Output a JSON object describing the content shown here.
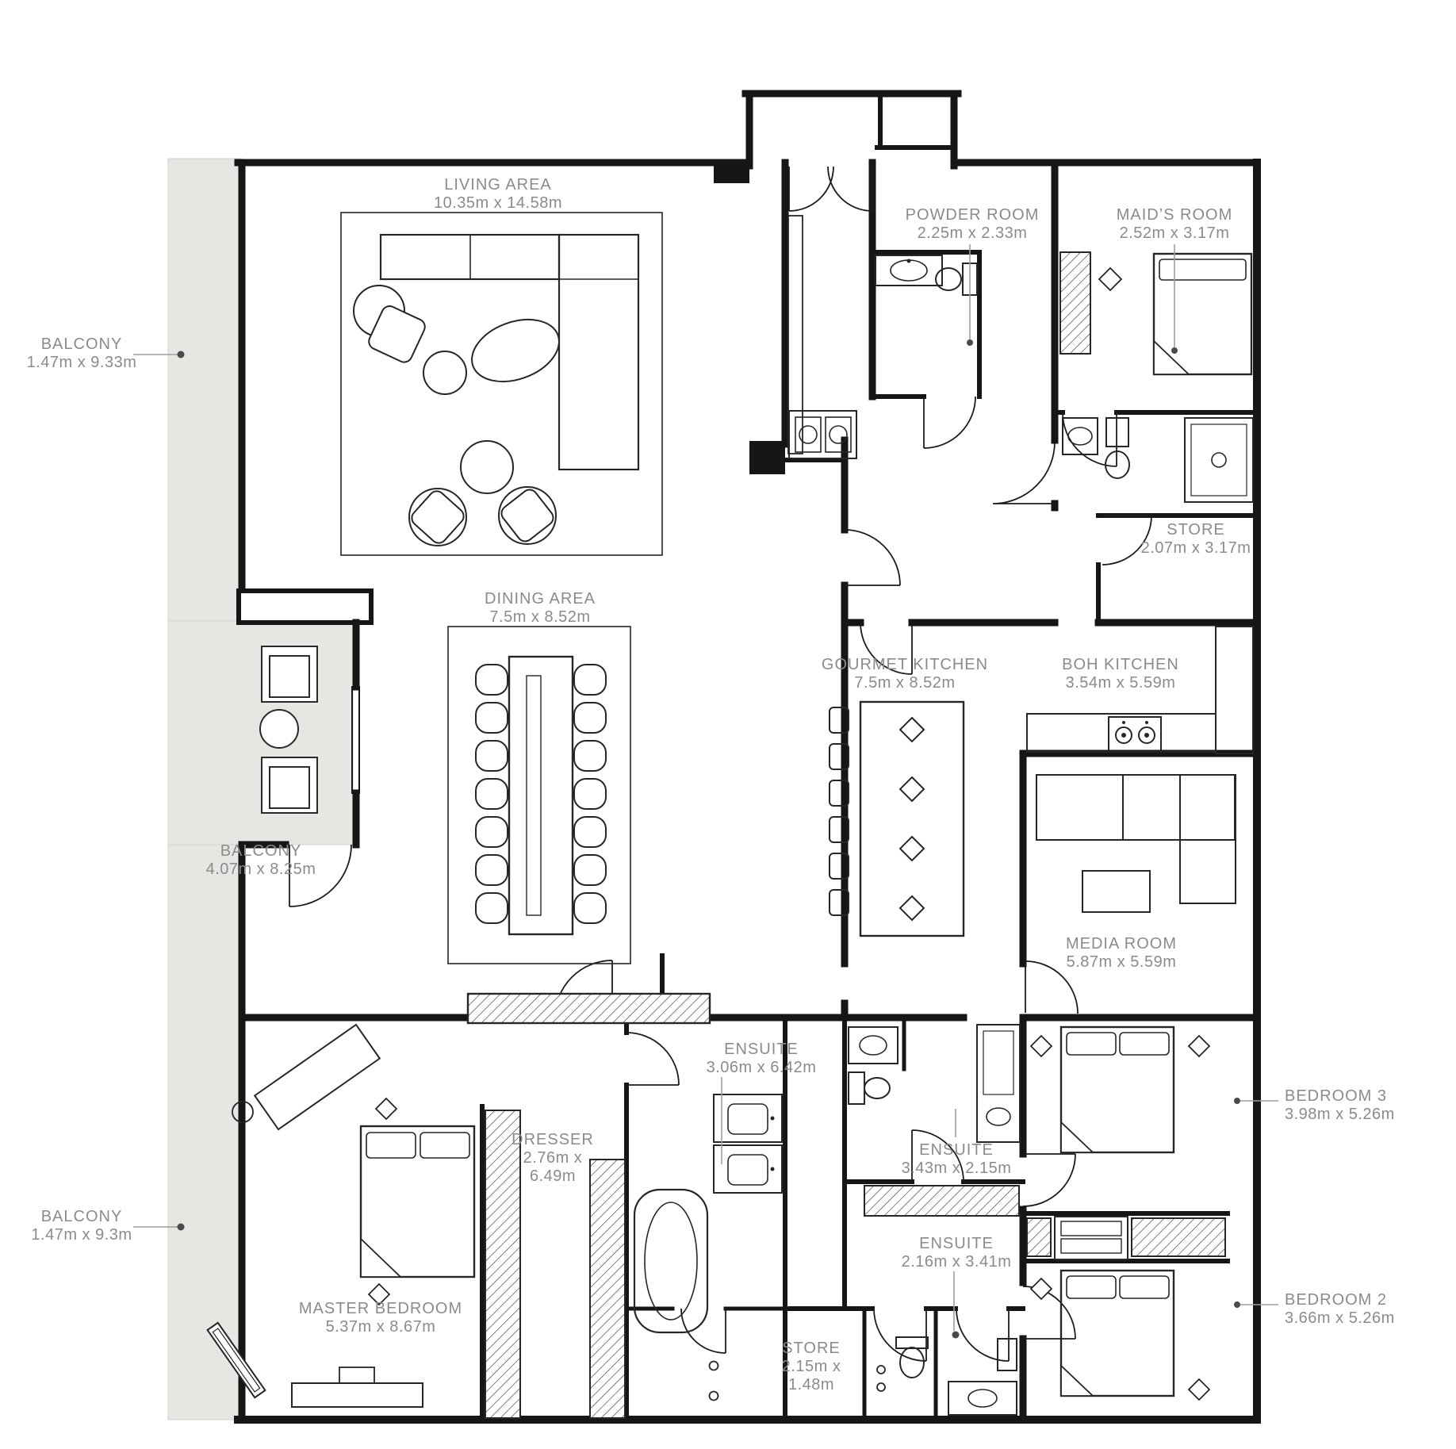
{
  "plan": {
    "colors": {
      "wall": "#161616",
      "balcony_fill": "#e7e6e3",
      "label_text": "#8b8b8b",
      "leader": "#9e9e9e",
      "leader_dot": "#4a4a4a"
    },
    "rooms": {
      "living_area": {
        "name": "LIVING AREA",
        "dims": "10.35m x 14.58m"
      },
      "powder_room": {
        "name": "POWDER ROOM",
        "dims": "2.25m x 2.33m"
      },
      "maids_room": {
        "name": "MAID’S ROOM",
        "dims": "2.52m x 3.17m"
      },
      "balcony_top": {
        "name": "BALCONY",
        "dims": "1.47m x 9.33m"
      },
      "store_upper": {
        "name": "STORE",
        "dims": "2.07m x 3.17m"
      },
      "dining_area": {
        "name": "DINING AREA",
        "dims": "7.5m x 8.52m"
      },
      "gourmet_kitchen": {
        "name": "GOURMET KITCHEN",
        "dims": "7.5m x 8.52m"
      },
      "boh_kitchen": {
        "name": "BOH KITCHEN",
        "dims": "3.54m x 5.59m"
      },
      "balcony_middle": {
        "name": "BALCONY",
        "dims": "4.07m x 8.25m"
      },
      "media_room": {
        "name": "MEDIA ROOM",
        "dims": "5.87m x 5.59m"
      },
      "ensuite_master": {
        "name": "ENSUITE",
        "dims": "3.06m x 6.42m"
      },
      "ensuite_bed3": {
        "name": "ENSUITE",
        "dims": "3.43m x 2.15m"
      },
      "bedroom_3": {
        "name": "BEDROOM 3",
        "dims": "3.98m x 5.26m"
      },
      "balcony_bottom": {
        "name": "BALCONY",
        "dims": "1.47m x 9.3m"
      },
      "dresser": {
        "name": "DRESSER",
        "dims": "2.76m x",
        "dims2": "6.49m"
      },
      "master_bedroom": {
        "name": "MASTER BEDROOM",
        "dims": "5.37m x 8.67m"
      },
      "ensuite_bed2": {
        "name": "ENSUITE",
        "dims": "2.16m x 3.41m"
      },
      "store_lower": {
        "name": "STORE",
        "dims": "2.15m x",
        "dims2": "1.48m"
      },
      "bedroom_2": {
        "name": "BEDROOM 2",
        "dims": "3.66m x 5.26m"
      }
    }
  }
}
